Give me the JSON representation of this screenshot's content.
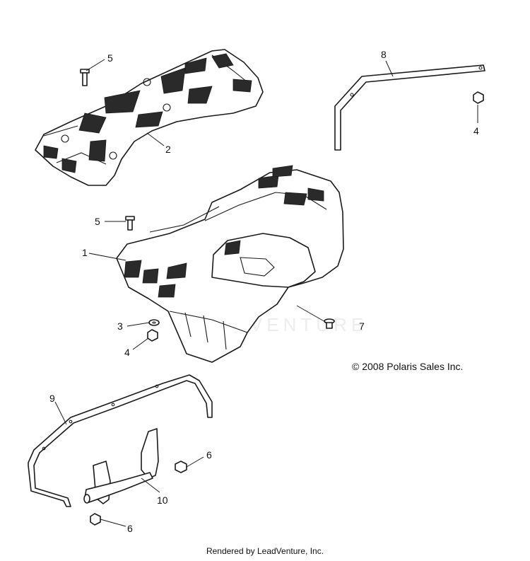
{
  "diagram": {
    "callouts": {
      "c1": "1",
      "c2": "2",
      "c3": "3",
      "c4a": "4",
      "c4b": "4",
      "c5a": "5",
      "c5b": "5",
      "c6a": "6",
      "c6b": "6",
      "c7": "7",
      "c8": "8",
      "c9": "9",
      "c10": "10"
    },
    "watermark": "LEADVENTURE",
    "copyright": "© 2008 Polaris Sales Inc.",
    "credit": "Rendered by LeadVenture, Inc."
  }
}
